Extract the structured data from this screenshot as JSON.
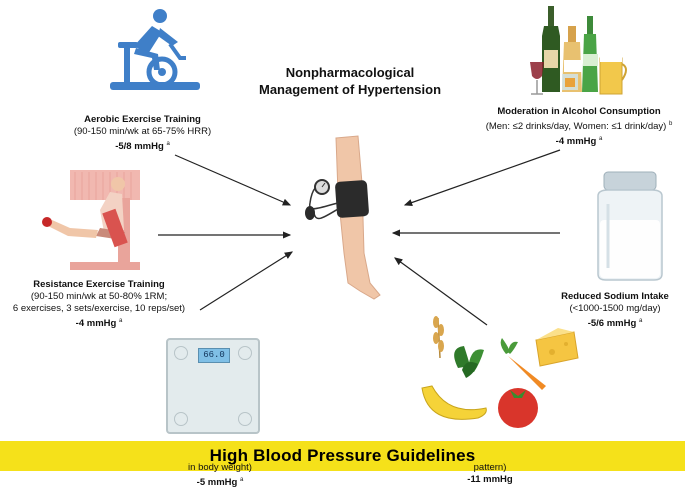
{
  "title_line1": "Nonpharmacological",
  "title_line2": "Management of Hypertension",
  "aerobic": {
    "heading": "Aerobic Exercise Training",
    "detail": "(90-150 min/wk at 65-75% HRR)",
    "value": "-5/8 mmHg",
    "note": "a"
  },
  "resistance": {
    "heading": "Resistance Exercise Training",
    "detail1": "(90-150 min/wk at 50-80% 1RM;",
    "detail2": "6 exercises, 3 sets/exercise, 10 reps/set)",
    "value": "-4 mmHg",
    "note": "a"
  },
  "alcohol": {
    "heading": "Moderation in Alcohol Consumption",
    "detail": "(Men: ≤2 drinks/day, Women: ≤1 drink/day)",
    "note_b": "b",
    "value": "-4 mmHg",
    "note": "a"
  },
  "sodium": {
    "heading": "Reduced Sodium Intake",
    "detail": "(<1000-1500 mg/day)",
    "value": "-5/6 mmHg",
    "note": "a"
  },
  "weight": {
    "detail_partial": "in body weight)",
    "value": "-5 mmHg",
    "note": "a",
    "scale_reading": "66.0"
  },
  "diet": {
    "detail_partial": "pattern)",
    "value": "-11 mmHg"
  },
  "banner": "High Blood Pressure Guidelines",
  "colors": {
    "banner": "#f5e11a",
    "bike_blue": "#3f7fc8",
    "skin": "#f0c6a8",
    "cuff": "#2b2b2b"
  }
}
